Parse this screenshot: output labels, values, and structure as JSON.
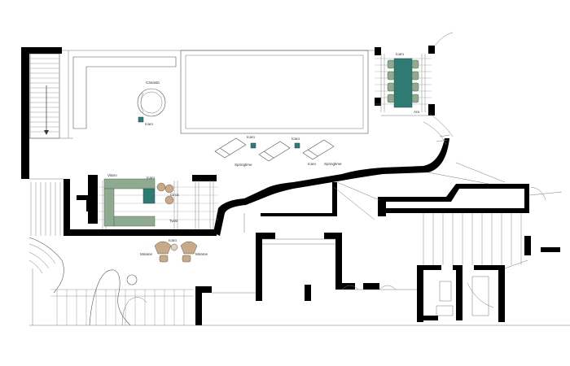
{
  "labels": {
    "canasta": "Canasta",
    "icaro_top": "Icaro",
    "icaro_1": "Icaro",
    "icaro_2": "Icaro",
    "icaro_3": "Icaro",
    "springtime_1": "Springtime",
    "springtime_2": "Springtime",
    "icaro_ne": "Icaro",
    "ara": "Ara",
    "vitaro": "Vitaro",
    "icaro_lounge": "Icaro",
    "circa": "Circa",
    "twist": "Twist",
    "mirame_1": "Mirame",
    "icaro_mid": "Icaro",
    "mirame_2": "Mirame"
  },
  "colors": {
    "wall": "#000000",
    "table_glass": "#2f7a72",
    "lounge_green": "#8faa90",
    "chair_tan": "#c8a98a"
  }
}
